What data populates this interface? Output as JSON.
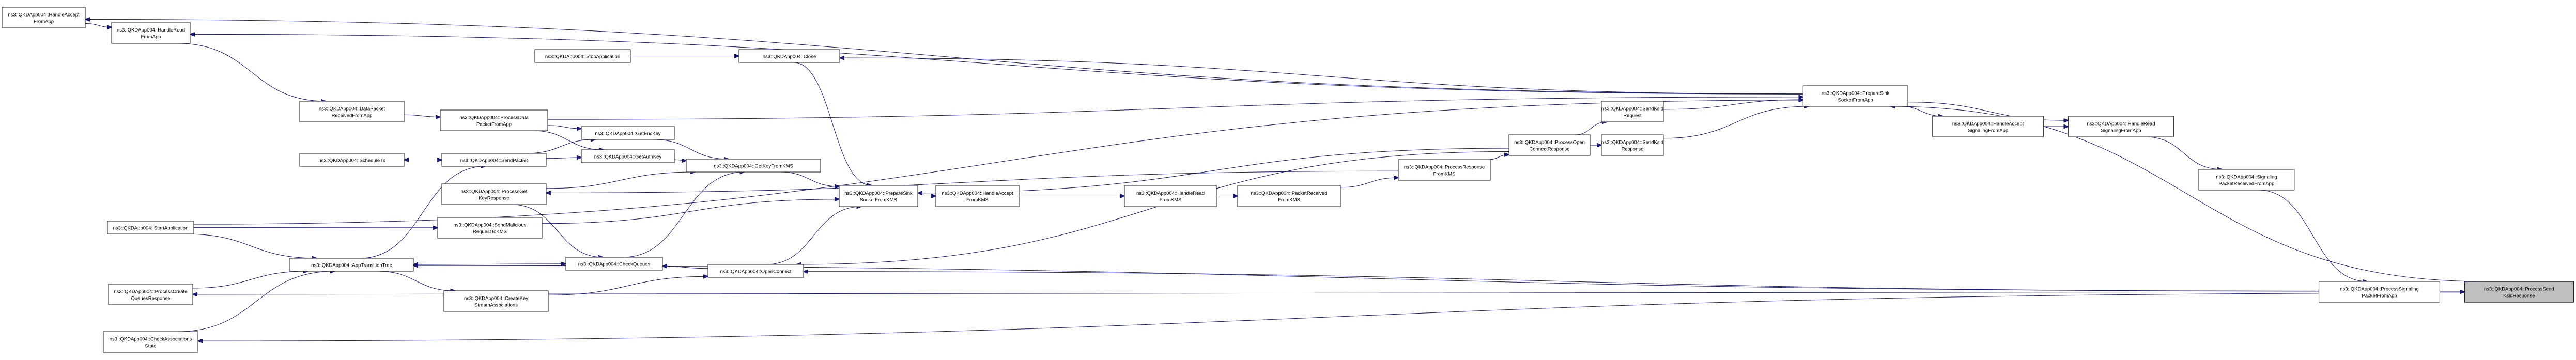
{
  "diagram": {
    "type": "call-graph",
    "title": "ns3::QKDApp004::ProcessSendKsidResponse caller graph",
    "colors": {
      "edge": "#191970",
      "node_border": "#404040",
      "node_fill": "#ffffff",
      "current_fill": "#bfbfbf"
    },
    "nodes": [
      {
        "id": "HandleAcceptFromApp",
        "lines": [
          "ns3::QKDApp004::HandleAccept",
          "FromApp"
        ]
      },
      {
        "id": "HandleReadFromApp",
        "lines": [
          "ns3::QKDApp004::HandleRead",
          "FromApp"
        ]
      },
      {
        "id": "DataPacketReceivedFromApp",
        "lines": [
          "ns3::QKDApp004::DataPacket",
          "ReceivedFromApp"
        ]
      },
      {
        "id": "ProcessDataPacketFromApp",
        "lines": [
          "ns3::QKDApp004::ProcessData",
          "PacketFromApp"
        ]
      },
      {
        "id": "GetEncKey",
        "lines": [
          "ns3::QKDApp004::GetEncKey"
        ]
      },
      {
        "id": "GetAuthKey",
        "lines": [
          "ns3::QKDApp004::GetAuthKey"
        ]
      },
      {
        "id": "ScheduleTx",
        "lines": [
          "ns3::QKDApp004::ScheduleTx"
        ]
      },
      {
        "id": "SendPacket",
        "lines": [
          "ns3::QKDApp004::SendPacket"
        ]
      },
      {
        "id": "GetKeyFromKMS",
        "lines": [
          "ns3::QKDApp004::GetKeyFromKMS"
        ]
      },
      {
        "id": "ProcessGetKeyResponse",
        "lines": [
          "ns3::QKDApp004::ProcessGet",
          "KeyResponse"
        ]
      },
      {
        "id": "SendMaliciousRequestToKMS",
        "lines": [
          "ns3::QKDApp004::SendMalicious",
          "RequestToKMS"
        ]
      },
      {
        "id": "StartApplication",
        "lines": [
          "ns3::QKDApp004::StartApplication"
        ]
      },
      {
        "id": "AppTransitionTree",
        "lines": [
          "ns3::QKDApp004::AppTransitionTree"
        ]
      },
      {
        "id": "CheckQueues",
        "lines": [
          "ns3::QKDApp004::CheckQueues"
        ]
      },
      {
        "id": "ProcessCreateQueuesResponse",
        "lines": [
          "ns3::QKDApp004::ProcessCreate",
          "QueuesResponse"
        ]
      },
      {
        "id": "CreateKeyStreamAssociations",
        "lines": [
          "ns3::QKDApp004::CreateKey",
          "StreamAssociations"
        ]
      },
      {
        "id": "CheckAssociationsState",
        "lines": [
          "ns3::QKDApp004::CheckAssociations",
          "State"
        ]
      },
      {
        "id": "StopApplication",
        "lines": [
          "ns3::QKDApp004::StopApplication"
        ]
      },
      {
        "id": "Close",
        "lines": [
          "ns3::QKDApp004::Close"
        ]
      },
      {
        "id": "OpenConnect",
        "lines": [
          "ns3::QKDApp004::OpenConnect"
        ]
      },
      {
        "id": "PrepareSinkSocketFromKMS",
        "lines": [
          "ns3::QKDApp004::PrepareSink",
          "SocketFromKMS"
        ]
      },
      {
        "id": "HandleAcceptFromKMS",
        "lines": [
          "ns3::QKDApp004::HandleAccept",
          "FromKMS"
        ]
      },
      {
        "id": "HandleReadFromKMS",
        "lines": [
          "ns3::QKDApp004::HandleRead",
          "FromKMS"
        ]
      },
      {
        "id": "PacketReceivedFromKMS",
        "lines": [
          "ns3::QKDApp004::PacketReceived",
          "FromKMS"
        ]
      },
      {
        "id": "ProcessResponseFromKMS",
        "lines": [
          "ns3::QKDApp004::ProcessResponse",
          "FromKMS"
        ]
      },
      {
        "id": "ProcessOpenConnectResponse",
        "lines": [
          "ns3::QKDApp004::ProcessOpen",
          "ConnectResponse"
        ]
      },
      {
        "id": "SendKsidRequest",
        "lines": [
          "ns3::QKDApp004::SendKsid",
          "Request"
        ]
      },
      {
        "id": "SendKsidResponse",
        "lines": [
          "ns3::QKDApp004::SendKsid",
          "Response"
        ]
      },
      {
        "id": "PrepareSinkSocketFromApp",
        "lines": [
          "ns3::QKDApp004::PrepareSink",
          "SocketFromApp"
        ]
      },
      {
        "id": "HandleAcceptSignalingFromApp",
        "lines": [
          "ns3::QKDApp004::HandleAccept",
          "SignalingFromApp"
        ]
      },
      {
        "id": "HandleReadSignalingFromApp",
        "lines": [
          "ns3::QKDApp004::HandleRead",
          "SignalingFromApp"
        ]
      },
      {
        "id": "SignalingPacketReceivedFromApp",
        "lines": [
          "ns3::QKDApp004::Signaling",
          "PacketReceivedFromApp"
        ]
      },
      {
        "id": "ProcessSignalingPacketFromApp",
        "lines": [
          "ns3::QKDApp004::ProcessSignaling",
          "PacketFromApp"
        ]
      },
      {
        "id": "ProcessSendKsidResponse",
        "lines": [
          "ns3::QKDApp004::ProcessSend",
          "KsidResponse"
        ],
        "current": true
      }
    ],
    "edges": [
      [
        "HandleAcceptFromApp",
        "HandleReadFromApp"
      ],
      [
        "HandleReadFromApp",
        "DataPacketReceivedFromApp"
      ],
      [
        "DataPacketReceivedFromApp",
        "ProcessDataPacketFromApp"
      ],
      [
        "ProcessDataPacketFromApp",
        "GetEncKey"
      ],
      [
        "ProcessDataPacketFromApp",
        "GetAuthKey"
      ],
      [
        "ProcessDataPacketFromApp",
        "PrepareSinkSocketFromApp"
      ],
      [
        "SendPacket",
        "ScheduleTx"
      ],
      [
        "ScheduleTx",
        "SendPacket"
      ],
      [
        "SendPacket",
        "GetEncKey"
      ],
      [
        "SendPacket",
        "GetAuthKey"
      ],
      [
        "GetEncKey",
        "GetKeyFromKMS"
      ],
      [
        "GetAuthKey",
        "GetKeyFromKMS"
      ],
      [
        "ProcessGetKeyResponse",
        "GetKeyFromKMS"
      ],
      [
        "ProcessGetKeyResponse",
        "CheckQueues"
      ],
      [
        "CheckQueues",
        "GetKeyFromKMS"
      ],
      [
        "GetKeyFromKMS",
        "PrepareSinkSocketFromKMS"
      ],
      [
        "SendMaliciousRequestToKMS",
        "PrepareSinkSocketFromKMS"
      ],
      [
        "StartApplication",
        "AppTransitionTree"
      ],
      [
        "StartApplication",
        "SendMaliciousRequestToKMS"
      ],
      [
        "StartApplication",
        "PrepareSinkSocketFromApp"
      ],
      [
        "ProcessCreateQueuesResponse",
        "AppTransitionTree"
      ],
      [
        "CheckAssociationsState",
        "AppTransitionTree"
      ],
      [
        "AppTransitionTree",
        "SendPacket"
      ],
      [
        "AppTransitionTree",
        "CheckQueues"
      ],
      [
        "CheckQueues",
        "AppTransitionTree"
      ],
      [
        "AppTransitionTree",
        "CreateKeyStreamAssociations"
      ],
      [
        "CreateKeyStreamAssociations",
        "OpenConnect"
      ],
      [
        "OpenConnect",
        "CheckQueues"
      ],
      [
        "OpenConnect",
        "PrepareSinkSocketFromKMS"
      ],
      [
        "StopApplication",
        "Close"
      ],
      [
        "Close",
        "PrepareSinkSocketFromKMS"
      ],
      [
        "PrepareSinkSocketFromKMS",
        "HandleAcceptFromKMS"
      ],
      [
        "PrepareSinkSocketFromKMS",
        "HandleReadFromKMS"
      ],
      [
        "HandleAcceptFromKMS",
        "HandleReadFromKMS"
      ],
      [
        "HandleReadFromKMS",
        "PacketReceivedFromKMS"
      ],
      [
        "PacketReceivedFromKMS",
        "ProcessResponseFromKMS"
      ],
      [
        "ProcessResponseFromKMS",
        "ProcessGetKeyResponse"
      ],
      [
        "ProcessResponseFromKMS",
        "ProcessOpenConnectResponse"
      ],
      [
        "ProcessOpenConnectResponse",
        "PrepareSinkSocketFromKMS"
      ],
      [
        "ProcessOpenConnectResponse",
        "OpenConnect"
      ],
      [
        "ProcessOpenConnectResponse",
        "SendKsidRequest"
      ],
      [
        "ProcessOpenConnectResponse",
        "SendKsidResponse"
      ],
      [
        "SendKsidRequest",
        "PrepareSinkSocketFromApp"
      ],
      [
        "SendKsidResponse",
        "PrepareSinkSocketFromApp"
      ],
      [
        "PrepareSinkSocketFromApp",
        "HandleAcceptFromApp"
      ],
      [
        "PrepareSinkSocketFromApp",
        "HandleReadFromApp"
      ],
      [
        "PrepareSinkSocketFromApp",
        "Close"
      ],
      [
        "PrepareSinkSocketFromApp",
        "HandleAcceptSignalingFromApp"
      ],
      [
        "PrepareSinkSocketFromApp",
        "HandleReadSignalingFromApp"
      ],
      [
        "HandleAcceptSignalingFromApp",
        "HandleReadSignalingFromApp"
      ],
      [
        "HandleReadSignalingFromApp",
        "SignalingPacketReceivedFromApp"
      ],
      [
        "SignalingPacketReceivedFromApp",
        "ProcessSignalingPacketFromApp"
      ],
      [
        "ProcessSignalingPacketFromApp",
        "ProcessSendKsidResponse"
      ],
      [
        "ProcessSignalingPacketFromApp",
        "AppTransitionTree"
      ],
      [
        "ProcessSignalingPacketFromApp",
        "OpenConnect"
      ],
      [
        "ProcessSignalingPacketFromApp",
        "ProcessCreateQueuesResponse"
      ],
      [
        "ProcessSendKsidResponse",
        "CheckAssociationsState"
      ],
      [
        "ProcessSendKsidResponse",
        "PrepareSinkSocketFromApp"
      ]
    ]
  }
}
